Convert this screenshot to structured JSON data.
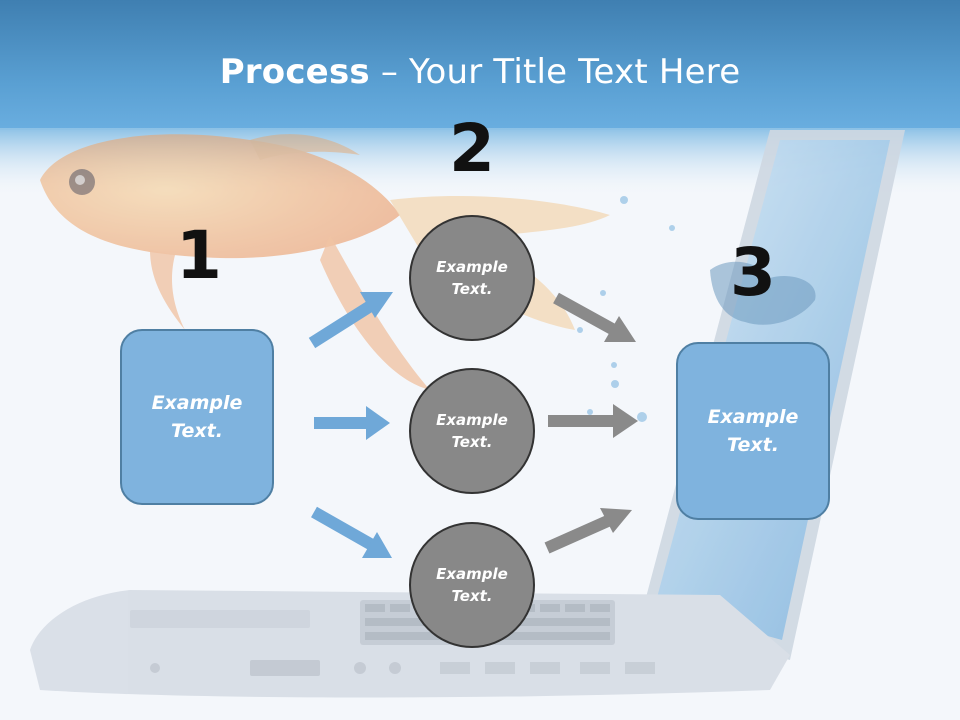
{
  "header": {
    "title_bold": "Process",
    "title_rest": " – Your Title Text Here"
  },
  "steps": {
    "step1": {
      "number": "1",
      "label": "Example\nText."
    },
    "step2": {
      "number": "2",
      "circles": [
        {
          "label": "Example\nText."
        },
        {
          "label": "Example\nText."
        },
        {
          "label": "Example\nText."
        }
      ]
    },
    "step3": {
      "number": "3",
      "label": "Example\nText."
    }
  },
  "colors": {
    "header_blue": "#4d93c8",
    "box_fill": "#7fb3de",
    "circle_fill": "#888888",
    "arrow_blue": "#6fa8d8",
    "arrow_gray": "#8a8a8a"
  },
  "background_illustration": [
    "goldfish-image",
    "laptop-image"
  ]
}
